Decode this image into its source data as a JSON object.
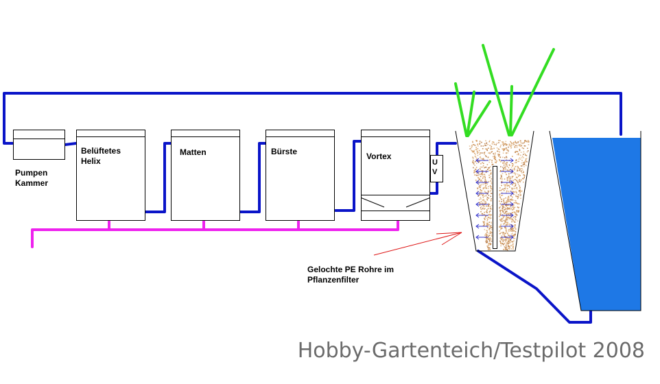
{
  "diagram": {
    "labels": {
      "pumpen": "Pumpen",
      "kammer": "Kammer",
      "belueftetes": "Belüftetes",
      "helix": "Helix",
      "matten": "Matten",
      "buerste": "Bürste",
      "vortex": "Vortex",
      "uv_u": "U",
      "uv_v": "V",
      "annotation_line1": "Gelochte PE Rohre im",
      "annotation_line2": "Pflanzenfilter"
    },
    "watermark": "Hobby-Gartenteich/Testpilot 2008",
    "colors": {
      "water_pipe": "#0a14c8",
      "air_pipe": "#ee22ee",
      "plants": "#33dd22",
      "pond_water": "#1e78e6",
      "gravel": "#d4aa78",
      "arrow": "#dd1111",
      "flow_arrows": "#3333cc"
    }
  }
}
